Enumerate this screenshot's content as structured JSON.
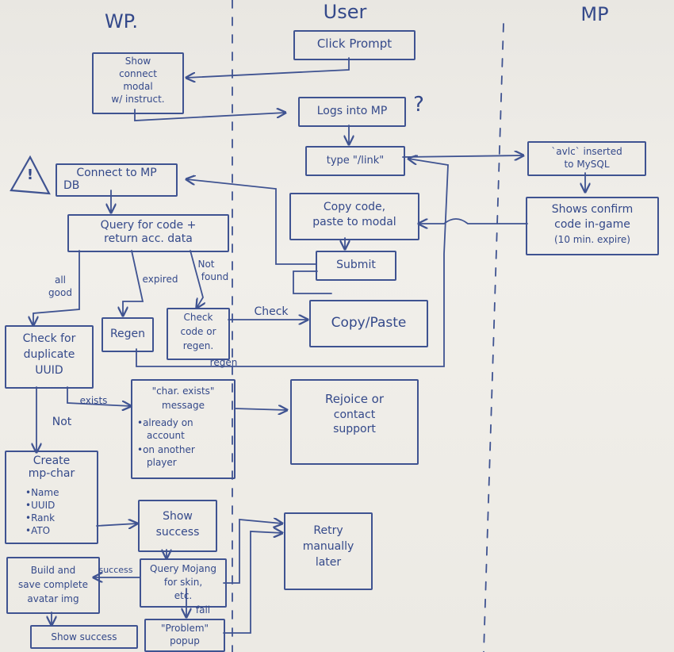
{
  "lanes": {
    "wp": "WP.",
    "user": "User",
    "mp": "MP"
  },
  "nodes": {
    "click_prompt": "Click Prompt",
    "show_connect": [
      "Show",
      "connect",
      "modal",
      "w/ instruct."
    ],
    "logs_into_mp": "Logs into MP",
    "question": "?",
    "type_link": "type \"/link\"",
    "avlc_inserted": [
      "`avlc` inserted",
      "to MySQL"
    ],
    "connect_db": [
      "Connect to MP",
      "DB"
    ],
    "copy_code": [
      "Copy code,",
      "paste to modal"
    ],
    "shows_confirm": [
      "Shows confirm",
      "code in-game",
      "(10 min. expire)"
    ],
    "query_code": [
      "Query for code +",
      "return acc. data"
    ],
    "submit": "Submit",
    "regen": "Regen",
    "check_code": [
      "Check",
      "code or",
      "regen."
    ],
    "copy_paste": "Copy/Paste",
    "check_duplicate": [
      "Check for",
      "duplicate",
      "UUID"
    ],
    "char_exists": [
      "\"char. exists\"",
      "message",
      "•already on",
      "account",
      "•on another",
      "player"
    ],
    "rejoice": [
      "Rejoice or",
      "contact",
      "support"
    ],
    "create_mp_char": [
      "Create",
      "mp-char"
    ],
    "create_fields": [
      "•Name",
      "•UUID",
      "•Rank",
      "•ATO"
    ],
    "show_success_1": [
      "Show",
      "success"
    ],
    "retry": [
      "Retry",
      "manually",
      "later"
    ],
    "build_save": [
      "Build and",
      "save complete",
      "avatar img"
    ],
    "query_mojang": [
      "Query Mojang",
      "for skin,",
      "etc."
    ],
    "show_success_2": "Show success",
    "problem_popup": [
      "\"Problem\"",
      "popup"
    ]
  },
  "edges": {
    "all_good": [
      "all",
      "good"
    ],
    "expired": "expired",
    "not_found": [
      "Not",
      "found"
    ],
    "check": "Check",
    "regen": "regen",
    "exists": "exists",
    "not": "Not",
    "success": "success",
    "fail": "fail"
  },
  "colors": {
    "ink": "#3f5391",
    "board": "#ecebe6"
  }
}
